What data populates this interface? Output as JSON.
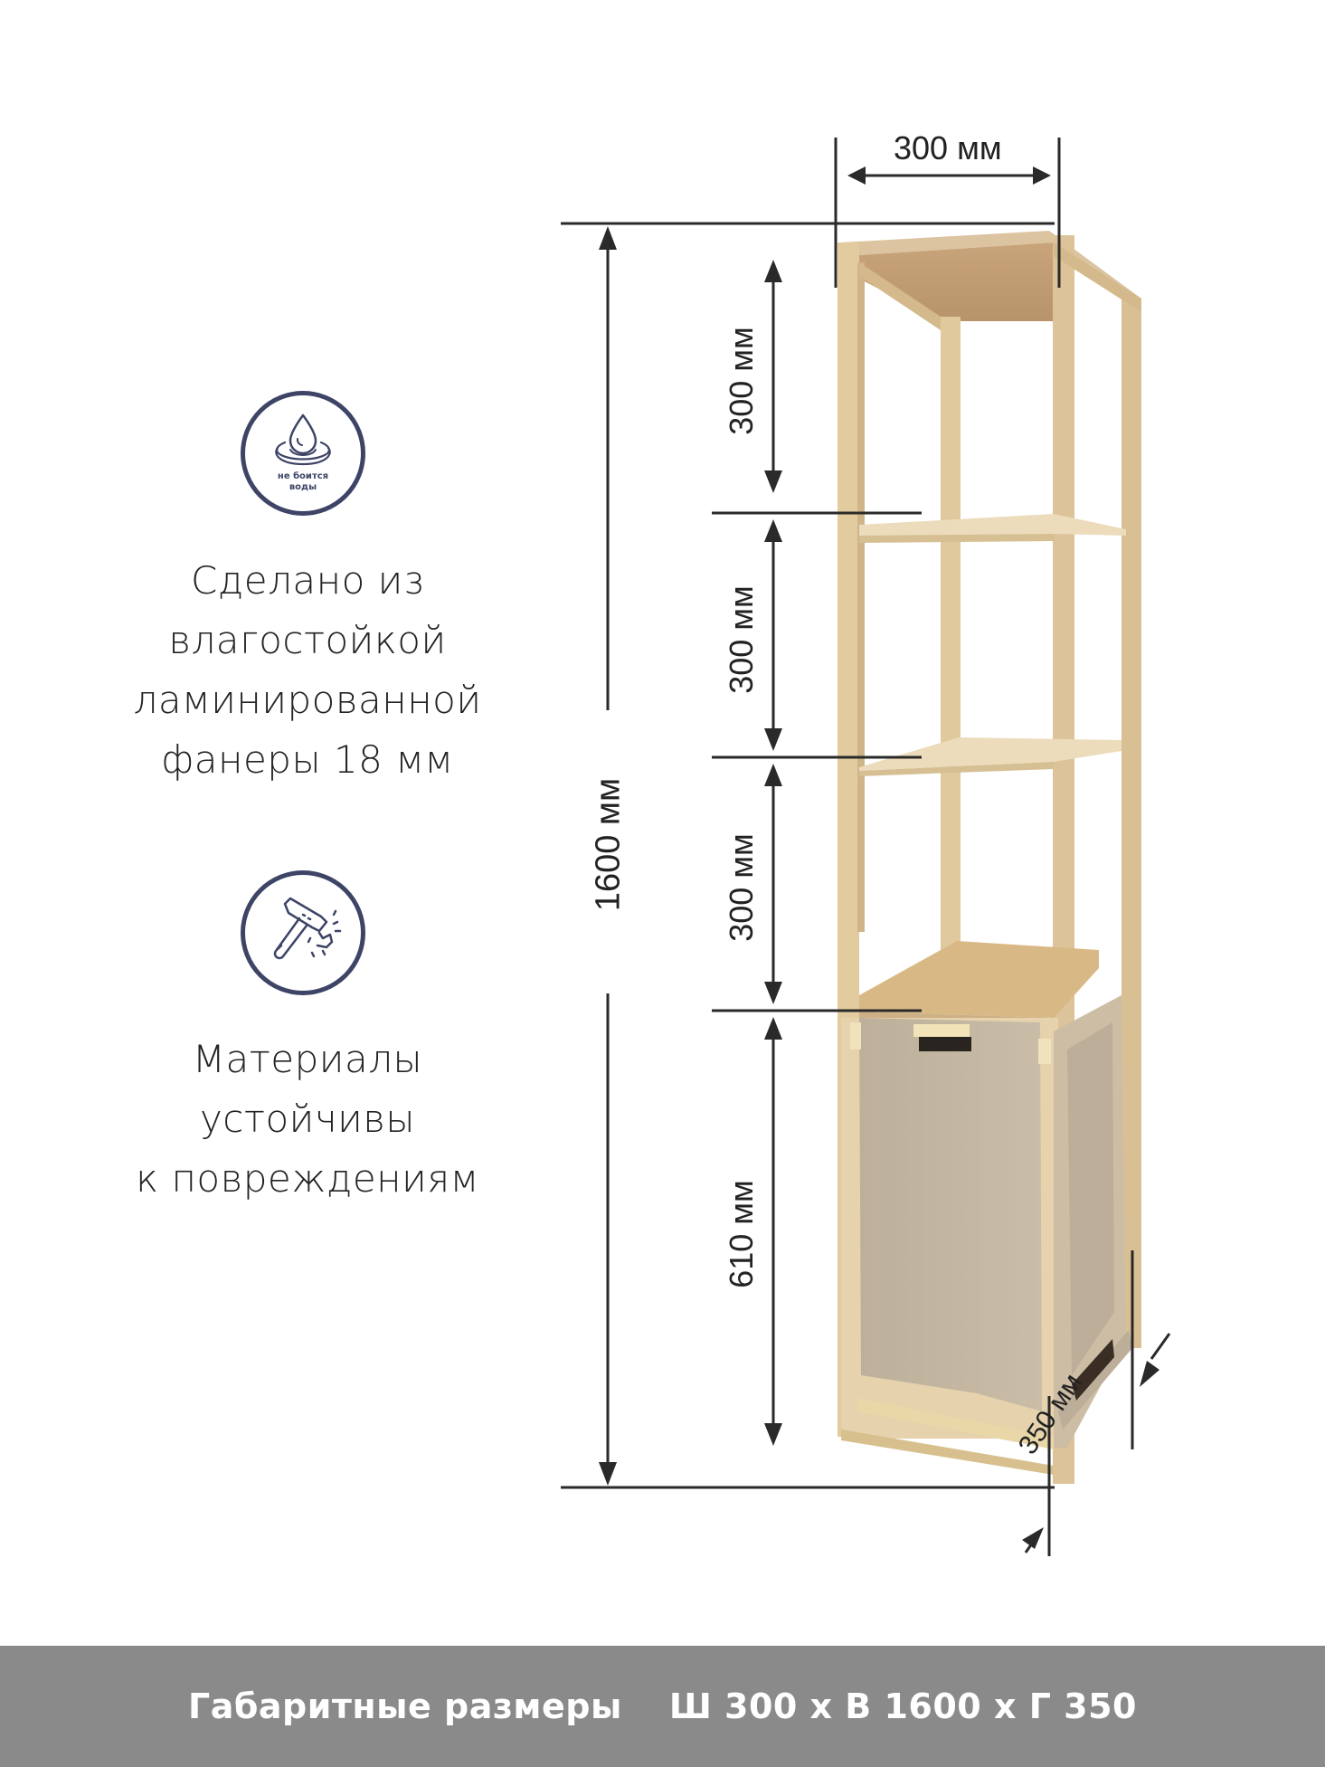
{
  "features": [
    {
      "icon": "water-drop-icon",
      "icon_caption_lines": [
        "не боится",
        "воды"
      ],
      "text_lines": [
        "Сделано из",
        "влагостойкой",
        "ламинированной",
        "фанеры 18 мм"
      ]
    },
    {
      "icon": "hammer-impact-icon",
      "text_lines": [
        "Материалы",
        "устойчивы",
        "к повреждениям"
      ]
    }
  ],
  "diagram": {
    "width_label": "300 мм",
    "total_height_label": "1600 мм",
    "section_labels": [
      "300 мм",
      "300 мм",
      "300 мм",
      "610 мм"
    ],
    "depth_label": "350 мм"
  },
  "banner": {
    "title": "Габаритные размеры",
    "dimensions": "Ш 300 х В 1600 х Г 350"
  },
  "colors": {
    "icon_stroke": "#3d4466",
    "banner_bg": "#8a8a8a",
    "wood": "#d9bf92",
    "fabric": "#c4b8a2"
  }
}
